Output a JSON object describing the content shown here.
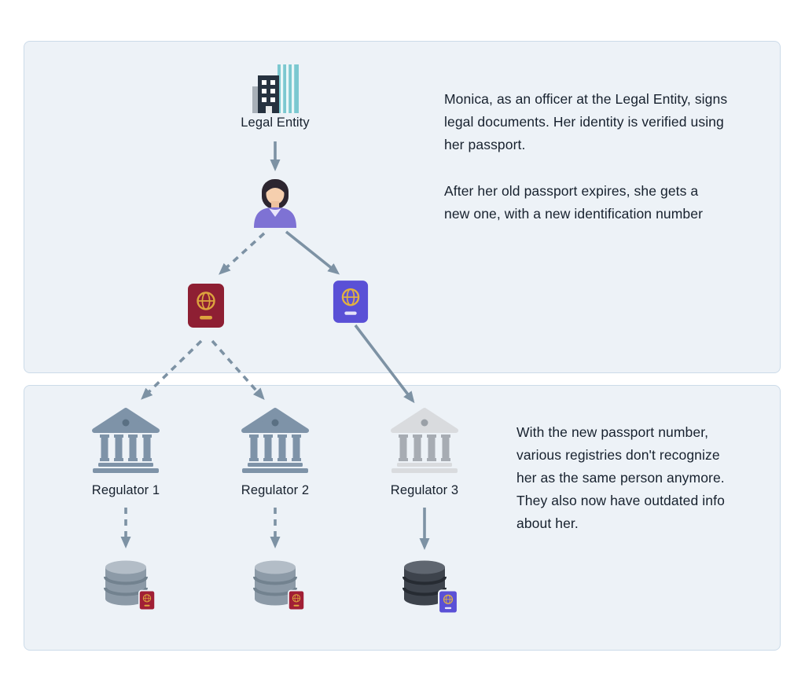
{
  "diagram": {
    "nodes": {
      "legal_entity": {
        "label": "Legal Entity"
      },
      "regulator_1": {
        "label": "Regulator 1"
      },
      "regulator_2": {
        "label": "Regulator 2"
      },
      "regulator_3": {
        "label": "Regulator 3"
      }
    },
    "annotations": {
      "top_paragraph_1": "Monica, as an officer at the Legal Entity, signs legal documents. Her identity is verified using her passport.",
      "top_paragraph_2": "After her old passport expires, she gets a new one, with a new identification number",
      "bottom_paragraph": "With the new passport number, various registries don't recognize her as the same person anymore. They also now have outdated info about her."
    },
    "icons": {
      "legal_entity": "building-icon",
      "person": "woman-avatar-icon",
      "old_passport": "passport-icon",
      "new_passport": "passport-icon",
      "regulators": "bank-icon",
      "registries": "database-icon"
    },
    "colors": {
      "page_bg": "#ffffff",
      "panel_bg": "#edf2f7",
      "panel_border": "#ccdbe9",
      "arrow": "#7d92a4",
      "text": "#17212e",
      "passport_old": "#8e1f33",
      "passport_new": "#5a50d6",
      "passport_gold": "#dda43e",
      "bank_active": "#7e93a8",
      "bank_inactive": "#d9dbde",
      "db_gray": "#8c9aa7",
      "db_dark": "#3d434c"
    }
  }
}
